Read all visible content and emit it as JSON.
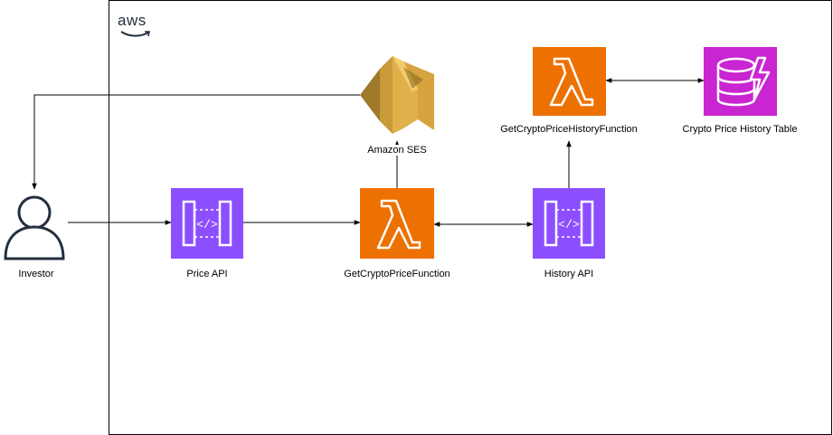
{
  "aws_logo": {
    "text": "aws"
  },
  "nodes": {
    "investor": {
      "label": "Investor",
      "icon": "user-icon",
      "color": "#232f3e"
    },
    "price_api": {
      "label": "Price API",
      "icon": "api-gateway-icon",
      "color": "#8c4fff"
    },
    "get_price_fn": {
      "label": "GetCryptoPriceFunction",
      "icon": "lambda-icon",
      "color": "#ed7100"
    },
    "history_api": {
      "label": "History API",
      "icon": "api-gateway-icon",
      "color": "#8c4fff"
    },
    "history_fn": {
      "label": "GetCryptoPriceHistoryFunction",
      "icon": "lambda-icon",
      "color": "#ed7100"
    },
    "history_table": {
      "label": "Crypto Price History Table",
      "icon": "dynamodb-icon",
      "color": "#c925d1"
    },
    "ses": {
      "label": "Amazon SES",
      "icon": "ses-icon",
      "color": "#d9a741"
    }
  },
  "edges": [
    {
      "from": "investor",
      "to": "price_api",
      "direction": "forward"
    },
    {
      "from": "price_api",
      "to": "get_price_fn",
      "direction": "forward"
    },
    {
      "from": "get_price_fn",
      "to": "history_api",
      "direction": "both"
    },
    {
      "from": "history_api",
      "to": "history_fn",
      "direction": "forward"
    },
    {
      "from": "history_fn",
      "to": "history_table",
      "direction": "both"
    },
    {
      "from": "get_price_fn",
      "to": "ses",
      "direction": "forward"
    },
    {
      "from": "ses",
      "to": "investor",
      "direction": "forward"
    }
  ]
}
